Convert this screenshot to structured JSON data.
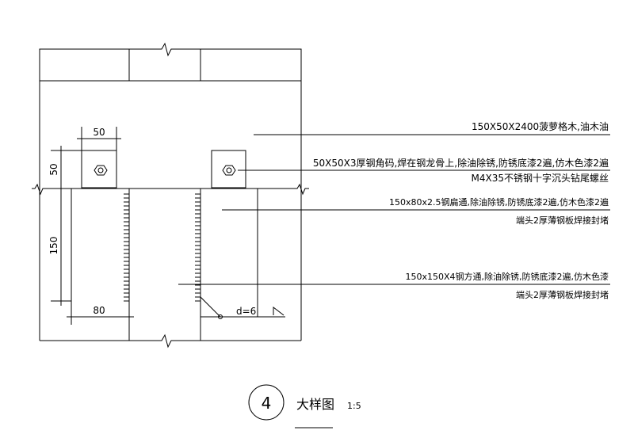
{
  "dimensions": {
    "top_width": "50",
    "bracket_height": "50",
    "tube_height": "150",
    "tube_width": "80",
    "weld": "d=6"
  },
  "notes": [
    "150X50X2400菠萝格木,油木油",
    "50X50X3厚钢角码,焊在钢龙骨上,除油除锈,防锈底漆2遍,仿木色漆2遍",
    "M4X35不锈钢十字沉头钻尾螺丝",
    "150x80x2.5钢扁通,除油除锈,防锈底漆2遍,仿木色漆2遍",
    "端头2厚薄钢板焊接封堵",
    "150x150X4钢方通,除油除锈,防锈底漆2遍,仿木色漆",
    "端头2厚薄钢板焊接封堵"
  ],
  "title": {
    "number": "4",
    "name": "大样图",
    "scale": "1:5"
  }
}
